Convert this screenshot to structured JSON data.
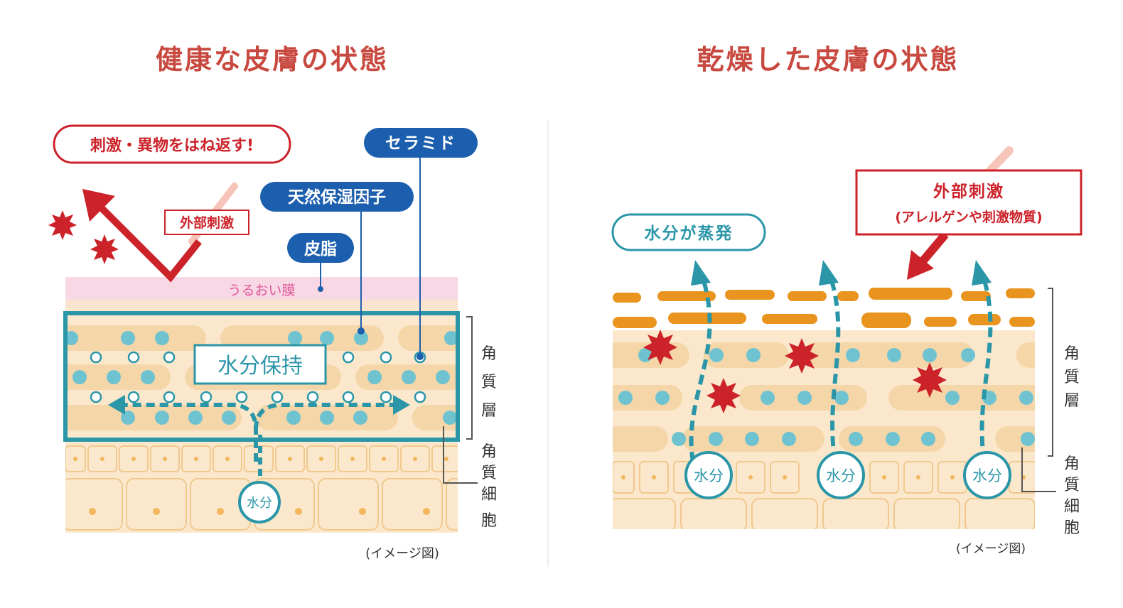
{
  "healthy": {
    "title": "健康な皮膚の状態",
    "stimulus_bubble": "刺激・異物をはね返す!",
    "external_stimulus": "外部刺激",
    "ceramide": "セラミド",
    "nmf": "天然保湿因子",
    "sebum": "皮脂",
    "moisture_film": "うるおい膜",
    "moisture_retention": "水分保持",
    "water": "水分",
    "stratum_corneum": [
      "角",
      "質",
      "層"
    ],
    "keratinocytes": [
      "角",
      "質",
      "細",
      "胞"
    ],
    "caption": "(イメージ図)"
  },
  "dry": {
    "title": "乾燥した皮膚の状態",
    "evaporation": "水分が蒸発",
    "external_stimulus": "外部刺激",
    "external_stimulus_sub": "(アレルゲンや刺激物質)",
    "water": [
      "水分",
      "水分",
      "水分"
    ],
    "stratum_corneum": [
      "角",
      "質",
      "層"
    ],
    "keratinocytes": [
      "角",
      "質",
      "細",
      "胞"
    ],
    "caption": "(イメージ図)"
  },
  "colors": {
    "title_red": "#c8493f",
    "teal": "#2a96a8",
    "teal_light": "#6fc3d0",
    "navy_badge": "#1c5fae",
    "red": "#cc2229",
    "cream": "#fbe8cc",
    "tan": "#f5d6a8",
    "orange": "#e8941e",
    "pink": "#f9d8e6",
    "pink_text": "#e05597"
  }
}
